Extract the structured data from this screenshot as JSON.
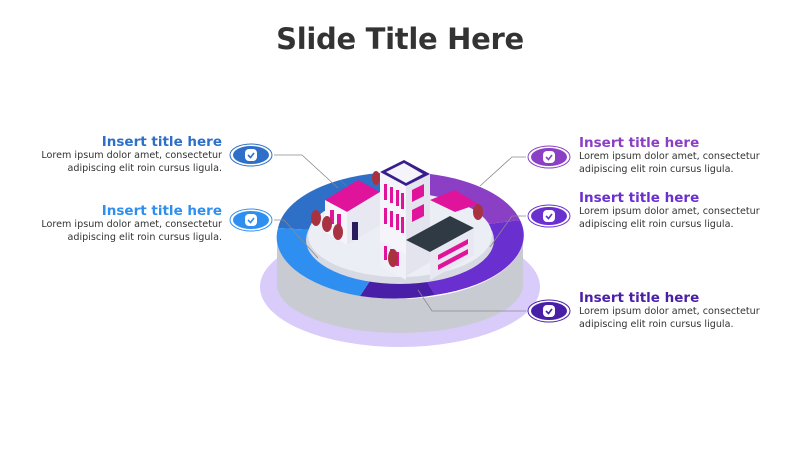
{
  "slide": {
    "title": "Slide Title Here"
  },
  "colors": {
    "blue_dark": "#2e6fc7",
    "blue_light": "#2f8ff0",
    "purple_light": "#8a3fc4",
    "purple_mid": "#6a2fcf",
    "purple_dark": "#4a1fa8",
    "text": "#333333",
    "shadow": "#d9ccfb",
    "pink": "#e0139b"
  },
  "items": [
    {
      "id": "left-top",
      "title": "Insert title here",
      "line1": "Lorem ipsum dolor amet, consectetur",
      "line2": "adipiscing elit roin cursus ligula.",
      "color": "#2e6fc7",
      "icon": "check-icon"
    },
    {
      "id": "left-bottom",
      "title": "Insert title here",
      "line1": "Lorem ipsum dolor amet, consectetur",
      "line2": "adipiscing elit roin cursus ligula.",
      "color": "#2f8ff0",
      "icon": "check-icon"
    },
    {
      "id": "right-top",
      "title": "Insert title here",
      "line1": "Lorem ipsum dolor amet, consectetur",
      "line2": "adipiscing elit roin cursus ligula.",
      "color": "#8a3fc4",
      "icon": "check-icon"
    },
    {
      "id": "right-middle",
      "title": "Insert title here",
      "line1": "Lorem ipsum dolor amet, consectetur",
      "line2": "adipiscing elit roin cursus ligula.",
      "color": "#6a2fcf",
      "icon": "check-icon"
    },
    {
      "id": "right-bottom",
      "title": "Insert title here",
      "line1": "Lorem ipsum dolor amet, consectetur",
      "line2": "adipiscing elit roin cursus ligula.",
      "color": "#4a1fa8",
      "icon": "check-icon"
    }
  ]
}
